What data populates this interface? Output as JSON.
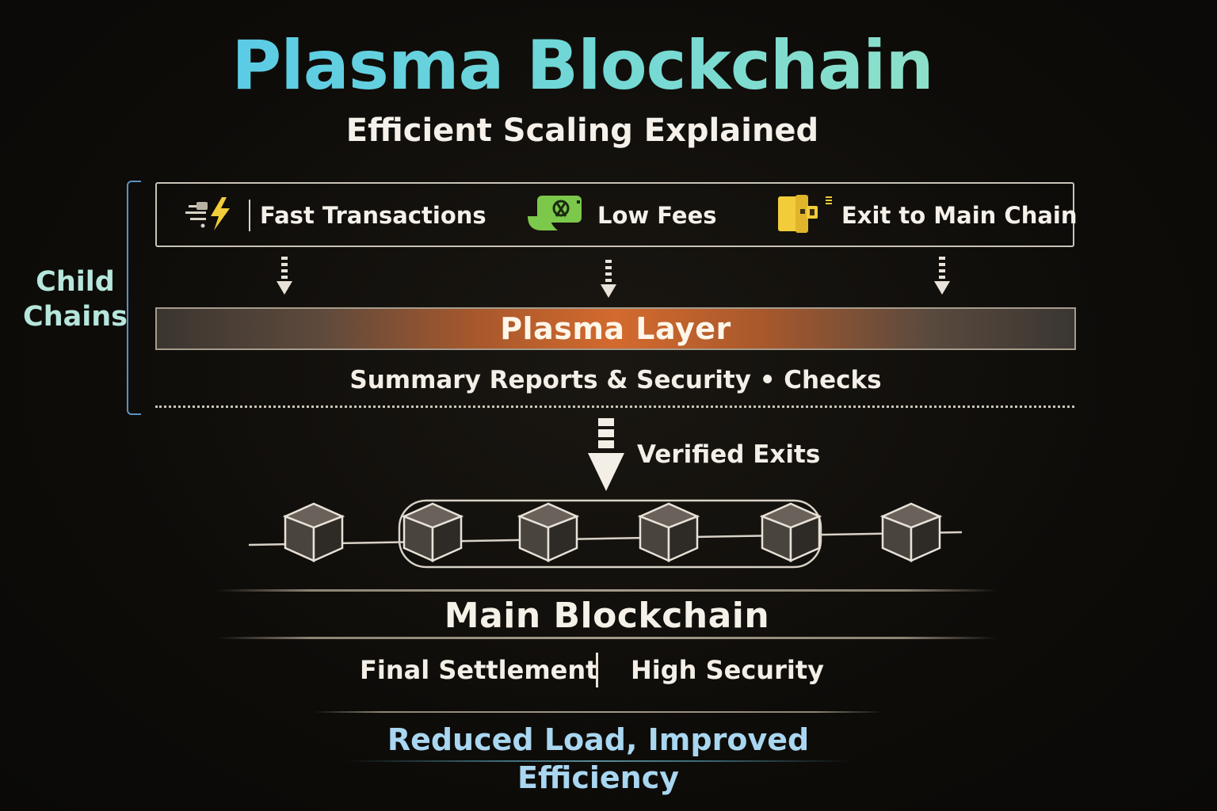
{
  "header": {
    "title": "Plasma Blockchain",
    "subtitle": "Efficient Scaling Explained"
  },
  "child_chains": {
    "label_line1": "Child",
    "label_line2": "Chains"
  },
  "features": [
    {
      "label": "Fast Transactions",
      "icon": "lightning-icon"
    },
    {
      "label": "Low Fees",
      "icon": "fee-wallet-icon"
    },
    {
      "label": "Exit to Main Chain",
      "icon": "exit-door-icon"
    }
  ],
  "plasma_layer": {
    "label": "Plasma Layer",
    "description": "Summary Reports & Security • Checks"
  },
  "flow": {
    "verified_label": "Verified Exits"
  },
  "main_chain": {
    "title": "Main Blockchain",
    "left_label": "Final Settlement",
    "right_label": "High Security",
    "block_count": 6
  },
  "tagline": "Reduced Load, Improved Efficiency",
  "colors": {
    "title_gradient_start": "#4cc3f0",
    "title_gradient_end": "#9ee6c0",
    "plasma_accent": "#d36a2e",
    "bracket": "#5a93c0",
    "tagline": "#a9d6f0",
    "icon_yellow": "#f2cc3a",
    "icon_green": "#7cc84a"
  }
}
